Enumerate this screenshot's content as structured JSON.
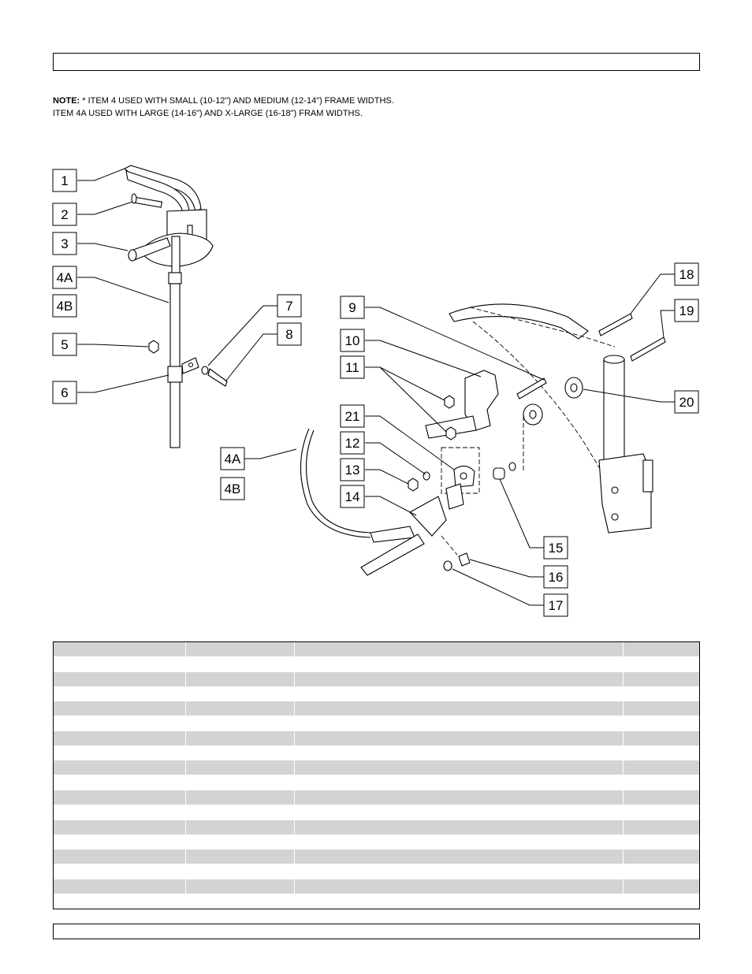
{
  "header": {
    "title": ""
  },
  "note": {
    "label": "NOTE:",
    "line1": " * ITEM 4 USED WITH SMALL (10-12\") AND MEDIUM (12-14\") FRAME WIDTHS.",
    "line2": "ITEM 4A USED WITH LARGE (14-16\") AND X-LARGE (16-18\") FRAM WIDTHS."
  },
  "callouts": {
    "c1": "1",
    "c2": "2",
    "c3": "3",
    "c4a_top": "4A",
    "c4b_top": "4B",
    "c5": "5",
    "c6": "6",
    "c7": "7",
    "c8": "8",
    "c9": "9",
    "c10": "10",
    "c11": "11",
    "c12": "12",
    "c13": "13",
    "c14": "14",
    "c15": "15",
    "c16": "16",
    "c17": "17",
    "c18": "18",
    "c19": "19",
    "c20": "20",
    "c21": "21",
    "c4a_mid": "4A",
    "c4b_mid": "4B"
  },
  "table": {
    "rows": [
      {
        "shaded": true
      },
      {
        "shaded": false
      },
      {
        "shaded": true
      },
      {
        "shaded": false
      },
      {
        "shaded": true
      },
      {
        "shaded": false
      },
      {
        "shaded": true
      },
      {
        "shaded": false
      },
      {
        "shaded": true
      },
      {
        "shaded": false
      },
      {
        "shaded": true
      },
      {
        "shaded": false
      },
      {
        "shaded": true
      },
      {
        "shaded": false
      },
      {
        "shaded": true
      },
      {
        "shaded": false
      },
      {
        "shaded": true
      },
      {
        "shaded": false
      }
    ]
  },
  "footer": {
    "text": ""
  }
}
